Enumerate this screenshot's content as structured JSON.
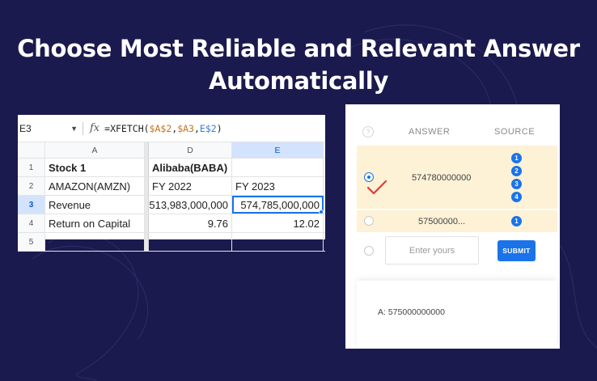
{
  "headline": {
    "line1": "Choose Most Reliable and Relevant Answer",
    "line2": "Automatically"
  },
  "sheet": {
    "cell_ref": "E3",
    "fx_label": "fx",
    "formula": {
      "prefix": "=XFETCH(",
      "arg1": "$A$2",
      "comma1": ",",
      "arg2": "$A3",
      "comma2": ",",
      "arg3": "E$2",
      "suffix": ")"
    },
    "col_headers": [
      "A",
      "D",
      "E"
    ],
    "rows": [
      {
        "num": "1",
        "a": "Stock 1",
        "d": "Alibaba(BABA)",
        "e": ""
      },
      {
        "num": "2",
        "a": "AMAZON(AMZN)",
        "d": "FY 2022",
        "e": "FY 2023"
      },
      {
        "num": "3",
        "a": "Revenue",
        "d": "513,983,000,000",
        "e": "574,785,000,000"
      },
      {
        "num": "4",
        "a": "Return on Capital",
        "d": "9.76",
        "e": "12.02"
      },
      {
        "num": "5",
        "a": "",
        "d": "",
        "e": ""
      }
    ]
  },
  "panel": {
    "help_icon": "?",
    "col_answer": "ANSWER",
    "col_source": "SOURCE",
    "options": [
      {
        "value": "574780000000",
        "sources": [
          "1",
          "2",
          "3",
          "4"
        ],
        "selected": true
      },
      {
        "value": "57500000...",
        "sources": [
          "1"
        ],
        "selected": false
      }
    ],
    "input_placeholder": "Enter yours",
    "submit_label": "SUBMIT",
    "result": "A: 575000000000"
  },
  "colors": {
    "background": "#1b1a4e",
    "accent": "#1a73e8",
    "option_highlight": "#fdf1d6",
    "check_mark": "#e53935"
  }
}
